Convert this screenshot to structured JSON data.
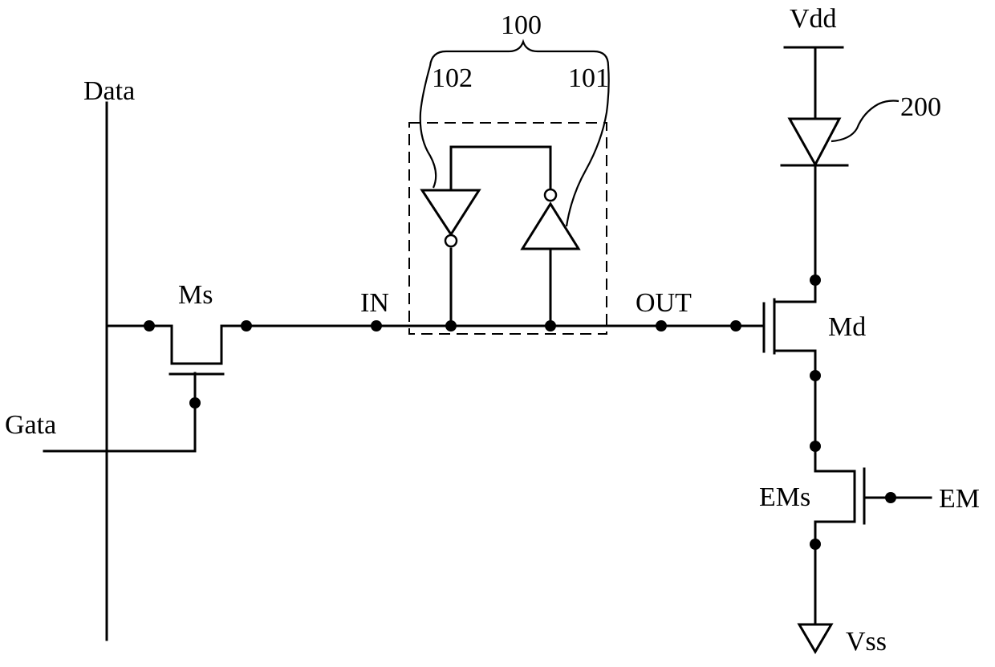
{
  "labels": {
    "data": "Data",
    "gata": "Gata",
    "ms": "Ms",
    "in": "IN",
    "out": "OUT",
    "md": "Md",
    "vdd": "Vdd",
    "vss": "Vss",
    "em": "EM",
    "ems": "EMs",
    "ref_100": "100",
    "ref_101": "101",
    "ref_102": "102",
    "ref_200": "200"
  },
  "colors": {
    "ink": "#000000",
    "background": "#ffffff"
  }
}
